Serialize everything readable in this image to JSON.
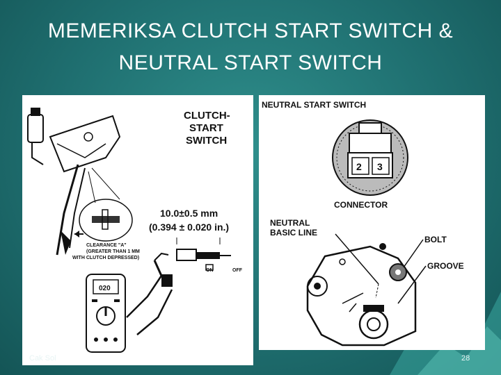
{
  "slide": {
    "title_line1": "MEMERIKSA  CLUTCH START SWITCH &",
    "title_line2": "NEUTRAL START SWITCH",
    "author": "Cak Sol",
    "page_number": "28"
  },
  "left_figure": {
    "label_switch_l1": "CLUTCH-",
    "label_switch_l2": "START",
    "label_switch_l3": "SWITCH",
    "measure_mm": "10.0±0.5 mm",
    "measure_in": "(0.394 ± 0.020 in.)",
    "clearance_l1": "CLEARANCE \"A\"",
    "clearance_l2": "(GREATER THAN 1 MM",
    "clearance_l3": "WITH CLUTCH DEPRESSED)",
    "on_label": "ON",
    "off_label": "OFF",
    "meter_display": "020"
  },
  "right_figure": {
    "header": "NEUTRAL START SWITCH",
    "pin_2": "2",
    "pin_3": "3",
    "connector_label": "CONNECTOR",
    "neutral_l1": "NEUTRAL",
    "neutral_l2": "BASIC LINE",
    "bolt_label": "BOLT",
    "groove_label": "GROOVE"
  }
}
